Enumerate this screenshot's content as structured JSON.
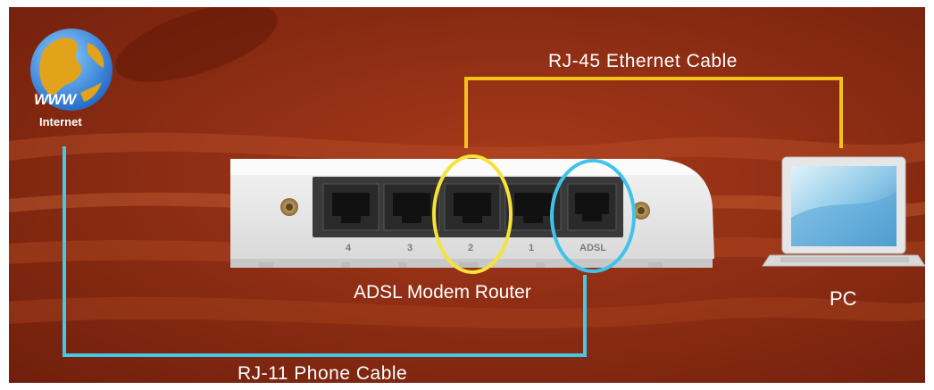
{
  "labels": {
    "ethernet_cable": "RJ-45  Ethernet  Cable",
    "phone_cable": "RJ-11  Phone  Cable",
    "router": "ADSL Modem Router",
    "pc": "PC",
    "globe_www": "WWW",
    "globe_internet": "Internet"
  },
  "router_ports": [
    {
      "label": "4"
    },
    {
      "label": "3"
    },
    {
      "label": "2"
    },
    {
      "label": "1"
    },
    {
      "label": "ADSL"
    }
  ],
  "colors": {
    "background": "#8a2a12",
    "ethernet_cable": "#f2c21b",
    "phone_cable": "#45c8e6",
    "highlight_lan": "#f5e23a",
    "highlight_adsl": "#3fc3ea"
  },
  "icons": {
    "globe": "globe-icon",
    "router": "router-device",
    "pc": "laptop-icon"
  }
}
